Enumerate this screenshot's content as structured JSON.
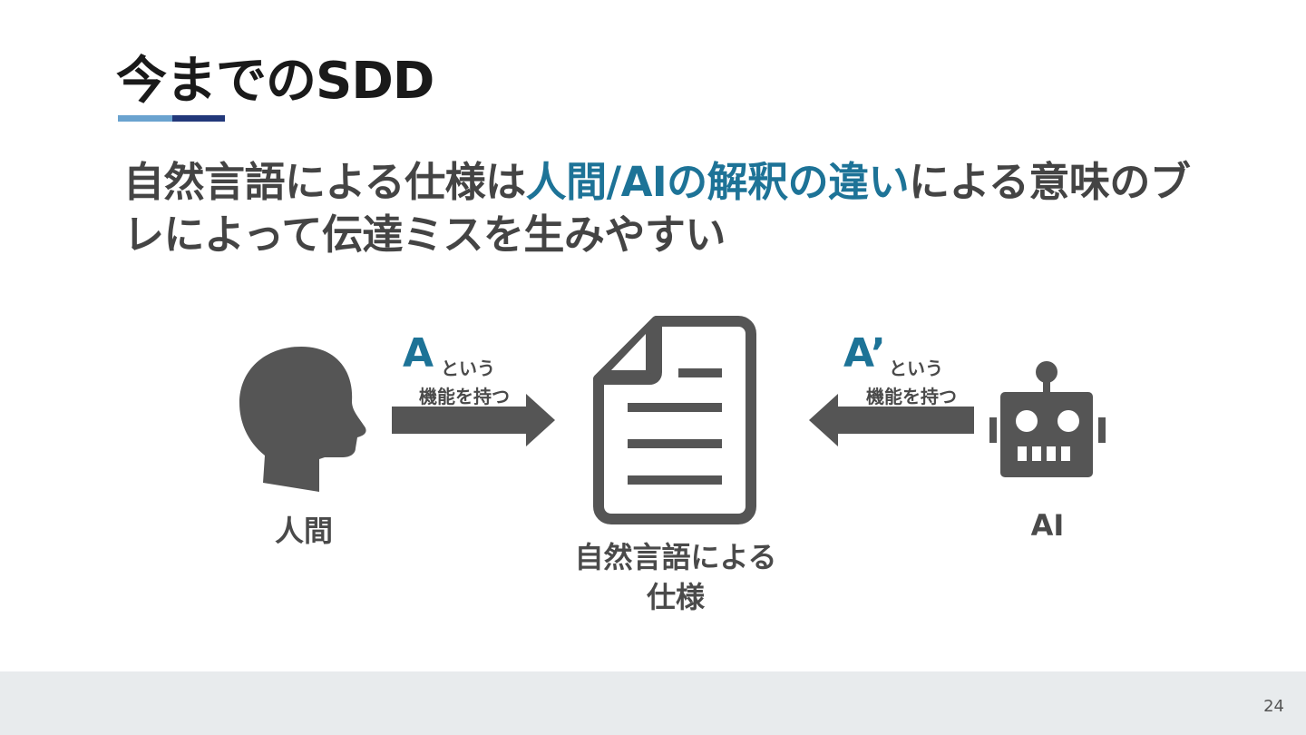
{
  "slide": {
    "title": "今までのSDD",
    "accent_colors": {
      "bar_light": "#6aa3cf",
      "bar_dark": "#22387a",
      "highlight": "#1d7397"
    },
    "lead": {
      "part1": "自然言語による仕様は",
      "highlight1": "人間/AIの解釈の違い",
      "part2": "による意味のブレによって伝達ミスを生みやすい"
    },
    "diagram": {
      "human": {
        "icon": "human-head-icon",
        "label": "人間"
      },
      "ai": {
        "icon": "robot-icon",
        "label": "AI"
      },
      "document": {
        "icon": "document-icon",
        "label_line1": "自然言語による",
        "label_line2": "仕様"
      },
      "left_arrow": {
        "icon": "arrow-right-icon",
        "big": "A",
        "small": "という",
        "caption": "機能を持つ"
      },
      "right_arrow": {
        "icon": "arrow-left-icon",
        "big": "A’",
        "small": "という",
        "caption": "機能を持つ"
      }
    },
    "page_number": "24"
  }
}
